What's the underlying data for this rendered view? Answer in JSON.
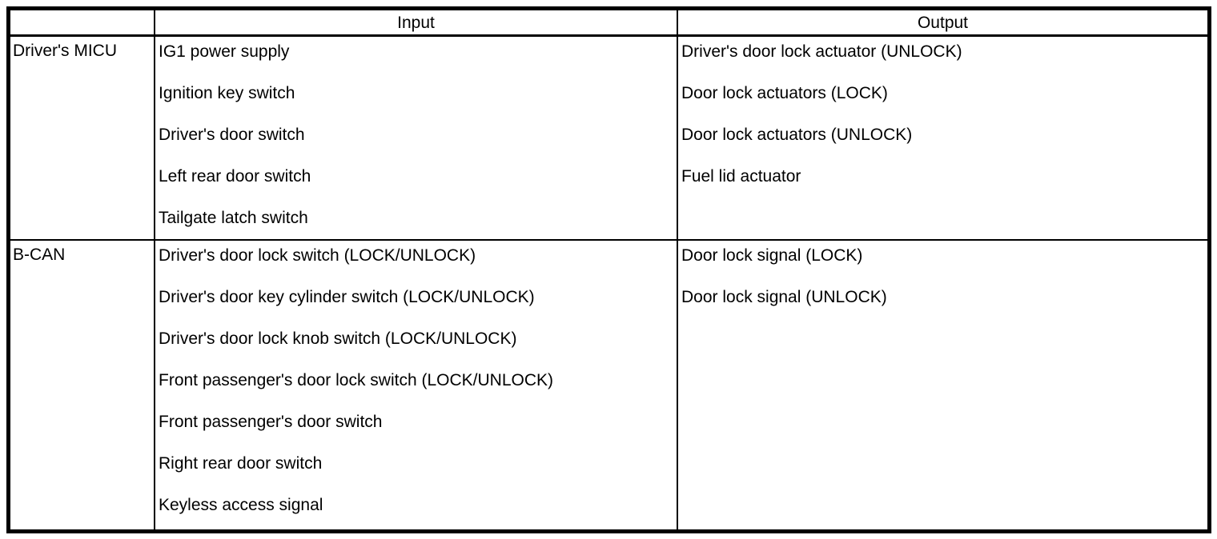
{
  "table": {
    "header": {
      "corner": "",
      "input": "Input",
      "output": "Output"
    },
    "rows": [
      {
        "source": "Driver's MICU",
        "inputs": [
          "IG1 power supply",
          "Ignition key switch",
          "Driver's door switch",
          "Left rear door switch",
          "Tailgate latch switch"
        ],
        "outputs": [
          "Driver's door lock actuator (UNLOCK)",
          "Door lock actuators (LOCK)",
          "Door lock actuators (UNLOCK)",
          "Fuel lid actuator"
        ]
      },
      {
        "source": "B-CAN",
        "inputs": [
          "Driver's door lock switch (LOCK/UNLOCK)",
          "Driver's door key cylinder switch (LOCK/UNLOCK)",
          "Driver's door lock knob switch (LOCK/UNLOCK)",
          "Front passenger's door lock switch (LOCK/UNLOCK)",
          "Front passenger's door switch",
          "Right rear door switch",
          "Keyless access signal"
        ],
        "outputs": [
          "Door lock signal (LOCK)",
          "Door lock signal (UNLOCK)"
        ]
      }
    ]
  },
  "colors": {
    "border": "#000000",
    "text": "#000000",
    "background": "#ffffff"
  }
}
